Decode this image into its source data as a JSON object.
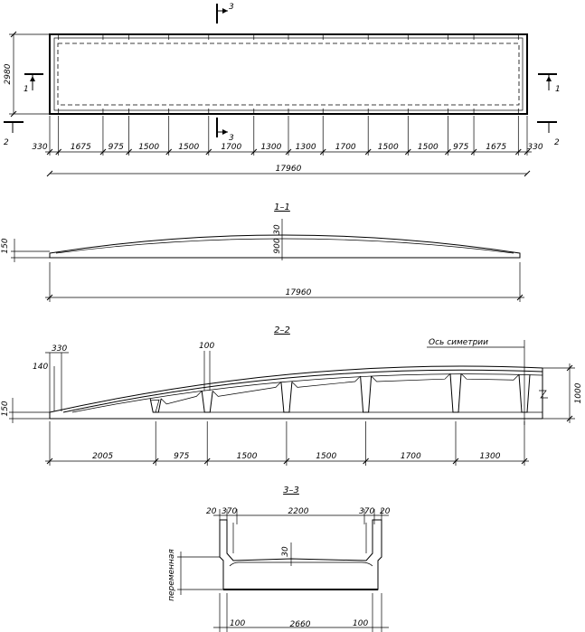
{
  "plan": {
    "height_dim": "2980",
    "segments": [
      "330",
      "1675",
      "975",
      "1500",
      "1500",
      "1700",
      "1300",
      "1300",
      "1700",
      "1500",
      "1500",
      "975",
      "1675",
      "330"
    ],
    "total": "17960",
    "cut_left_1": "1",
    "cut_right_1": "1",
    "cut_left_2": "2",
    "cut_right_2": "2",
    "cut_top_3": "3",
    "cut_mid_3": "3"
  },
  "section_1": {
    "title": "1–1",
    "left_h": "150",
    "top_gap": "30",
    "rise": "900",
    "total": "17960"
  },
  "section_2": {
    "title": "2–2",
    "label_330": "330",
    "label_140": "140",
    "label_150": "150",
    "label_100": "100",
    "axis_label": "Ось симетрии",
    "height": "1000",
    "segments": [
      "2005",
      "975",
      "1500",
      "1500",
      "1700",
      "1300"
    ]
  },
  "section_3": {
    "title": "3–3",
    "top_20_left": "20",
    "top_370_left": "370",
    "top_width": "2200",
    "top_370_right": "370",
    "top_20_right": "20",
    "mid_30": "30",
    "var_label": "переменная",
    "bot_100_left": "100",
    "bot_width": "2660",
    "bot_100_right": "100"
  }
}
